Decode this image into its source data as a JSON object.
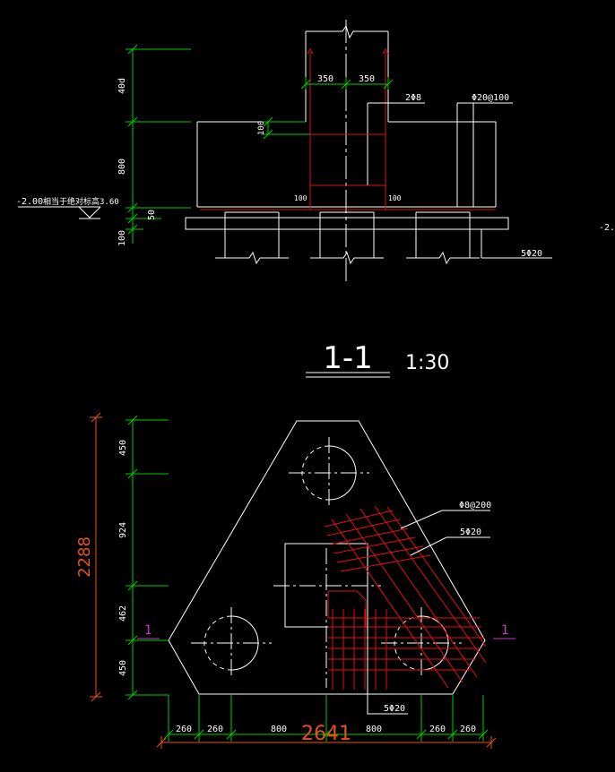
{
  "colors": {
    "background": "#000000",
    "outline": "#ffffff",
    "dimension": "#00cc00",
    "rebar": "#e01010",
    "overall_dimension": "#e8501c",
    "section_marker": "#cc33cc"
  },
  "section_1_1": {
    "dims_left": [
      "40d",
      "800",
      "50",
      "100"
    ],
    "dims_top": [
      "350",
      "350"
    ],
    "dim_100_vertical": "100",
    "bar_hook_left": "100",
    "bar_hook_right": "100",
    "elevation_left": "-2.00",
    "elevation_note": "相当于绝对标高3.60",
    "elevation_right": "-2.",
    "label_stirrup": "2Φ8",
    "label_top_bar": "Φ20@100",
    "label_bottom_bar": "5Φ20"
  },
  "section_title": {
    "name": "1-1",
    "scale": "1:30"
  },
  "plan": {
    "overall_height": "2288",
    "overall_width": "2641",
    "dims_left": [
      "450",
      "924",
      "462",
      "450"
    ],
    "dims_bottom": [
      "260",
      "260",
      "800",
      "800",
      "260",
      "260"
    ],
    "label_mesh": "Φ8@200",
    "label_bar_a": "5Φ20",
    "label_bar_b": "5Φ20",
    "section_mark_left": "1",
    "section_mark_right": "1"
  }
}
